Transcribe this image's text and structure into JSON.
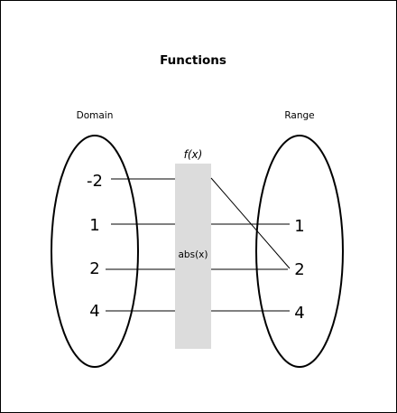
{
  "title": "Functions",
  "domain": {
    "label": "Domain",
    "values": [
      "-2",
      "1",
      "2",
      "4"
    ]
  },
  "range": {
    "label": "Range",
    "values": [
      "1",
      "2",
      "4"
    ]
  },
  "function": {
    "name": "f(x)",
    "expression": "abs(x)"
  },
  "mapping": [
    {
      "from": "-2",
      "to": "2"
    },
    {
      "from": "1",
      "to": "1"
    },
    {
      "from": "2",
      "to": "2"
    },
    {
      "from": "4",
      "to": "4"
    }
  ],
  "colors": {
    "line": "#000000",
    "function_box": "#dcdcdc"
  }
}
